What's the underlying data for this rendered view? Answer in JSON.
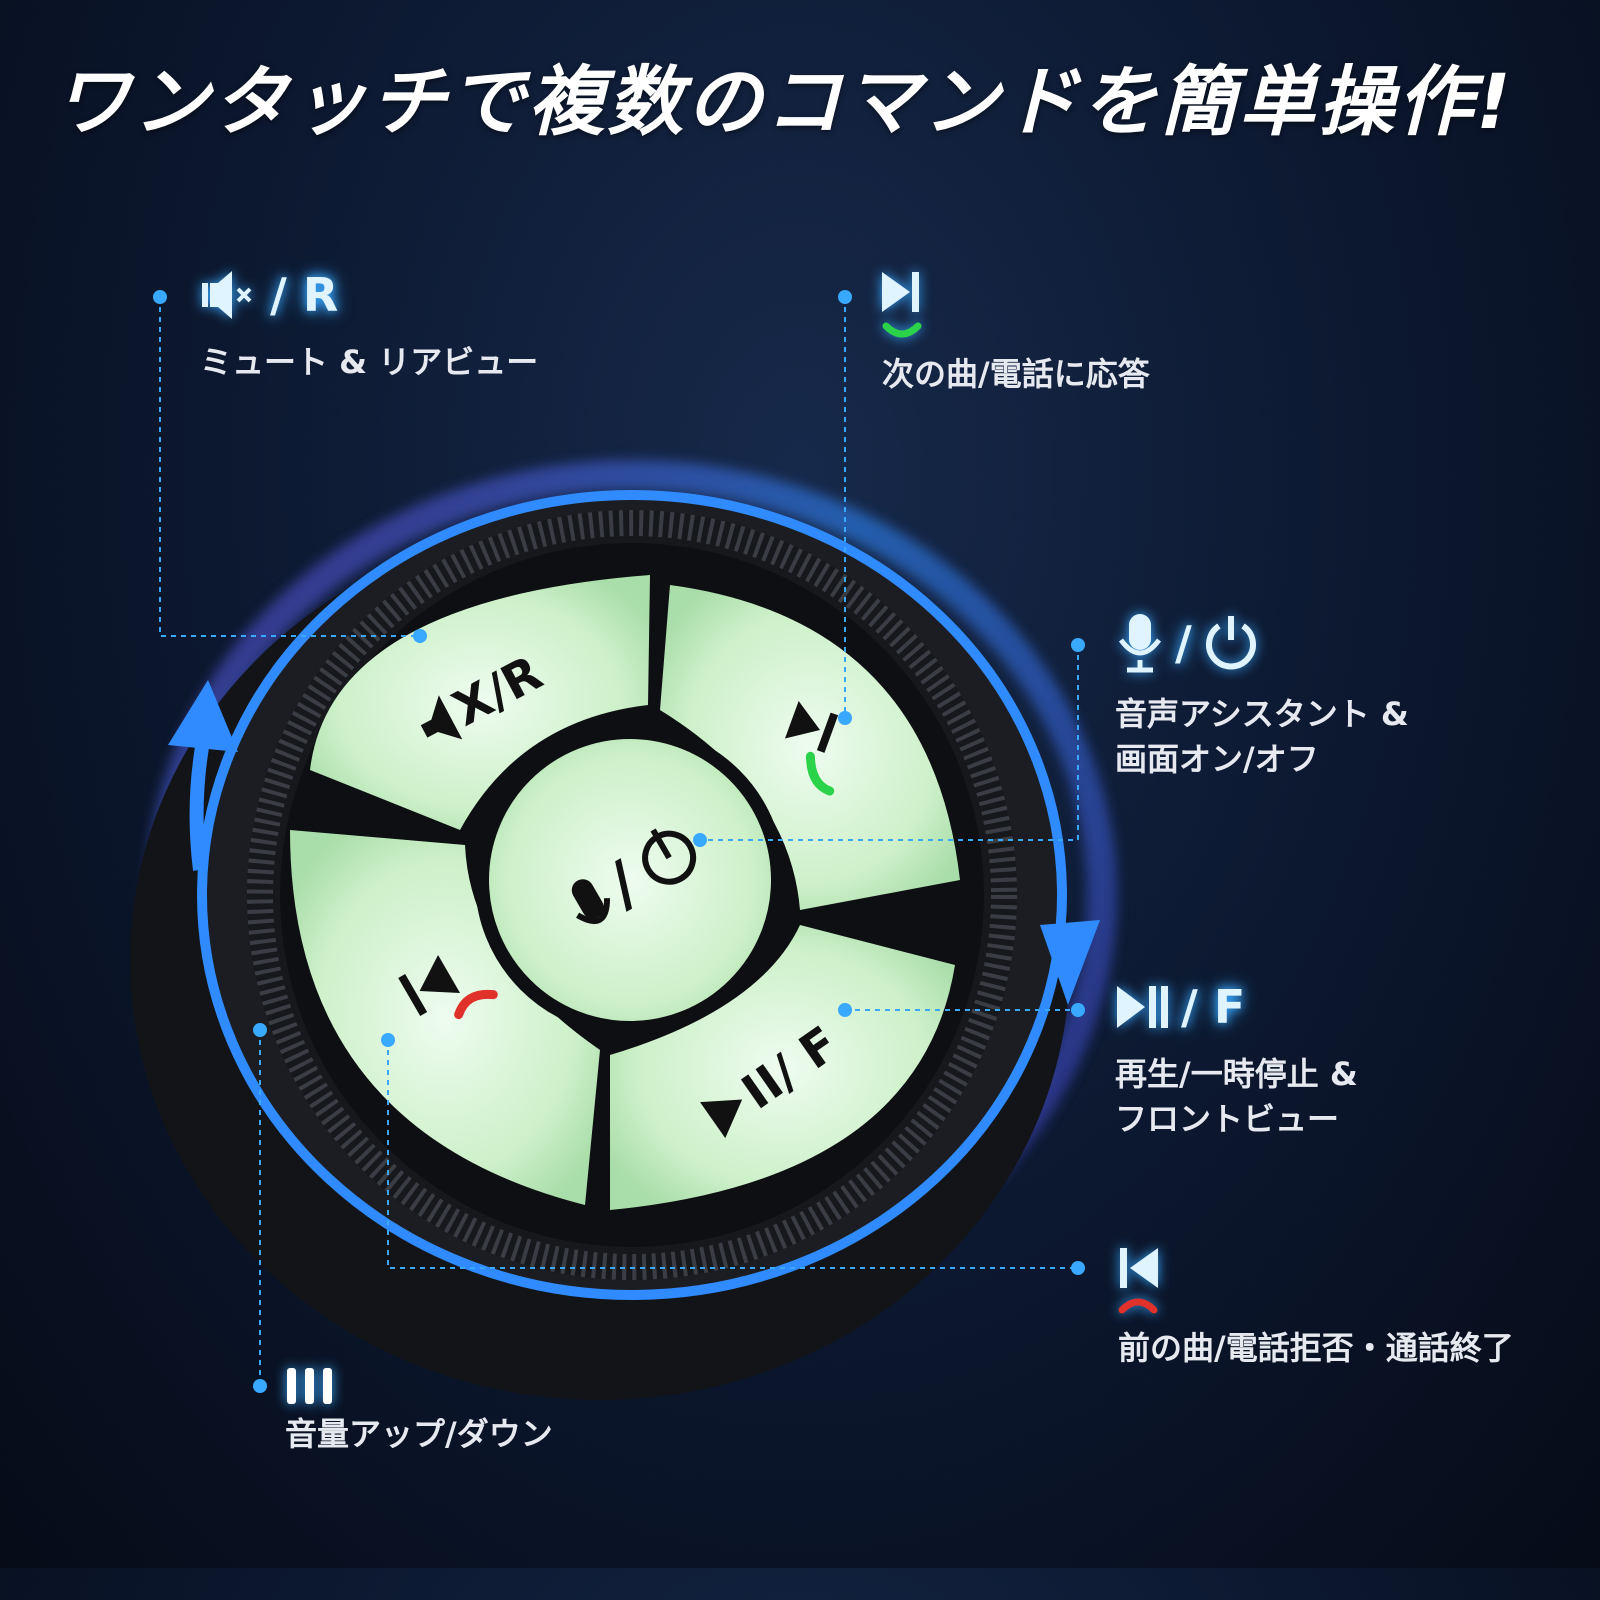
{
  "title": "ワンタッチで複数のコマンドを簡単操作!",
  "callouts": {
    "mute": {
      "head_text": "/ R",
      "icon": "mute-icon",
      "desc": "ミュート & リアビュー"
    },
    "next": {
      "icon": "next-track-answer-call-icon",
      "desc": "次の曲/電話に応答"
    },
    "voice": {
      "icon_left": "microphone-icon",
      "separator": "/",
      "icon_right": "power-icon",
      "desc_line1": "音声アシスタント &",
      "desc_line2": "画面オン/オフ"
    },
    "play": {
      "head_text": "/ F",
      "icon": "play-pause-icon",
      "desc_line1": "再生/一時停止 &",
      "desc_line2": "フロントビュー"
    },
    "prev": {
      "icon": "previous-track-reject-call-icon",
      "desc": "前の曲/電話拒否・通話終了"
    },
    "volume": {
      "icon": "volume-dial-icon",
      "desc": "音量アップ/ダウン"
    }
  },
  "buttons": {
    "mute": "X/R",
    "center_separator": "/",
    "play": "II/ F"
  },
  "colors": {
    "accent": "#39a9ff",
    "button_glow": "#d6f5d3",
    "answer_call": "#2bd34a",
    "reject_call": "#e0322b"
  }
}
